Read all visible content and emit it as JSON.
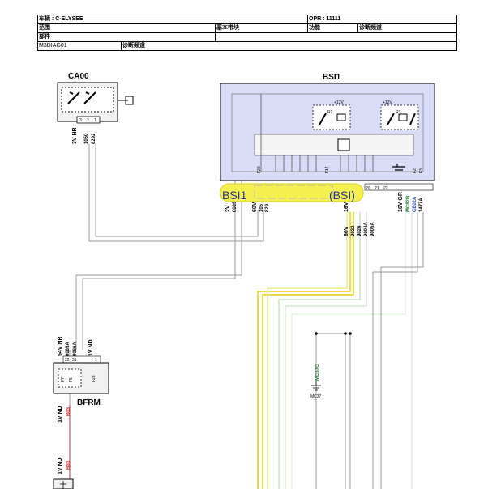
{
  "header": {
    "vehicle": "车辆 : C-ELYSEE",
    "opr": "OPR : 11111",
    "range_label": "范围",
    "basic_label": "基本带块",
    "function_label": "功能",
    "diag_label": "诊断频道",
    "parts_label": "部件",
    "doc_code": "M3DIAG01",
    "doc_title": "诊断频道"
  },
  "components": {
    "ca00": "CA00",
    "bsi1": "BSI1",
    "bfrm": "BFRM",
    "mc37_tag": "MC37"
  },
  "bsi_internal": {
    "v12_a": "+12V",
    "v12_b": "+12V",
    "relay_a": "R2",
    "relay_b": "R3",
    "fuse_a": "F28",
    "fuse_b": "F14",
    "fuse_c": "F2",
    "fuse_d": "F3"
  },
  "connector": {
    "left_label": "BSI1",
    "right_label": "(BSI)",
    "pins": [
      "20",
      "21",
      "22"
    ]
  },
  "ca00_pins": [
    "3",
    "2",
    "1"
  ],
  "wires": {
    "ca00_conn": "3V NR",
    "ca00_w1": "1050",
    "ca00_w2": "8292",
    "bsi_2v": "2V",
    "bsi_0085": "0085",
    "bsi_60v_l": "60V",
    "bsi_105": "105",
    "bsi_829": "829",
    "bsi_16v": "16V",
    "bsi_60v_r": "60V",
    "bsi_9022": "9022",
    "bsi_9026": "9026",
    "bsi_9004a": "9004A",
    "bsi_9005a": "9005A",
    "bsi_16v_gr": "16V GR",
    "bsi_mc82b": "MC82B",
    "bsi_ce02a": "CE02A",
    "bsi_1477a": "1477A",
    "mc37c": "MC37C",
    "bfrm_54v": "54V NR",
    "bfrm_0085a": "0085A",
    "bfrm_0086a": "0086A",
    "bfrm_1vnd": "1V ND",
    "bfrm_bottom_1vnd": "1V ND",
    "bfrm_b03": "B03",
    "lower_1vnd": "1V ND",
    "lower_b03": "B03"
  },
  "bfrm_internal": {
    "f_left": "F7",
    "f_mid": "F5",
    "f_right": "F26",
    "pin_22": "22",
    "pin_31": "31",
    "pin_1": "1"
  },
  "colors": {
    "bsi_fill": "#d9dcf7",
    "highlight": "#f5f050",
    "yellow_wire": "#e8dc4a",
    "green_wire": "#c8e6c0",
    "wire_label_green": "#1a7a2a",
    "wire_label_blue": "#1f3fbf",
    "wire_label_red": "#cc2222"
  }
}
